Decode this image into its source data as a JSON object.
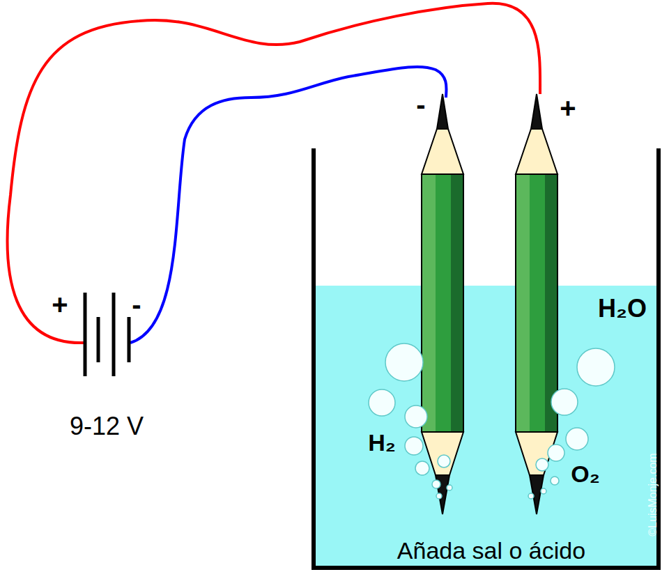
{
  "diagram": {
    "labels": [
      "+",
      "-",
      "9-12 V",
      "-",
      "+",
      "H₂O",
      "H₂",
      "O₂",
      "Añada sal o ácido",
      "©LuisMonje.com"
    ]
  }
}
